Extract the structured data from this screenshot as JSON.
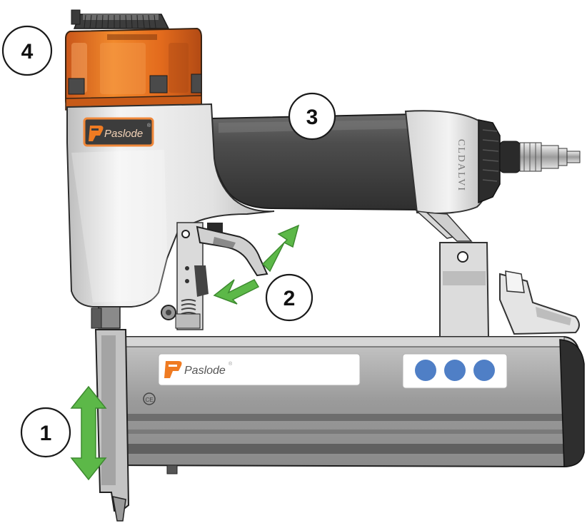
{
  "diagram": {
    "brand_label": "Paslode",
    "cap_brand_label": "Paslode",
    "body_brand_label": "Paslode",
    "cap_registered": "®",
    "body_registered": "®",
    "handle_text": "CLDALVI",
    "ce_mark": "CE",
    "callouts": [
      {
        "id": "1",
        "label": "1"
      },
      {
        "id": "2",
        "label": "2"
      },
      {
        "id": "3",
        "label": "3"
      },
      {
        "id": "4",
        "label": "4"
      }
    ],
    "colors": {
      "cap_orange": "#e8731f",
      "cap_dark": "#3a3a3a",
      "body_light": "#e6e6e6",
      "handle_dark": "#4a4a4a",
      "magazine_grey": "#a3a3a3",
      "arrow_green": "#5cb848",
      "dot_blue": "#4f7fc6",
      "brand_orange": "#ef7b22"
    },
    "icons": [
      "double-arrow-icon",
      "trigger-arrow-icon",
      "paslode-logo-icon"
    ]
  }
}
